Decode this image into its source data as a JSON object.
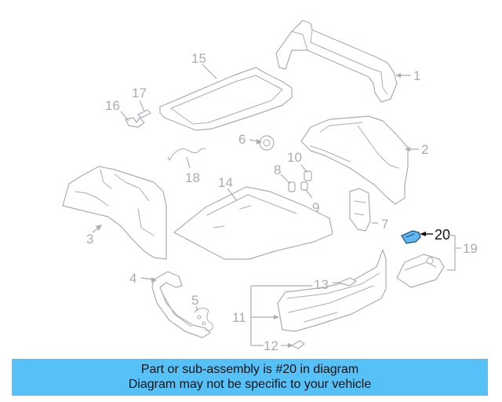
{
  "callouts": {
    "c1": "1",
    "c2": "2",
    "c3": "3",
    "c4": "4",
    "c5": "5",
    "c6": "6",
    "c7": "7",
    "c8": "8",
    "c9": "9",
    "c10": "10",
    "c11": "11",
    "c12": "12",
    "c13": "13",
    "c14": "14",
    "c15": "15",
    "c16": "16",
    "c17": "17",
    "c18": "18",
    "c19": "19",
    "c20": "20"
  },
  "highlighted_part": "20",
  "colors": {
    "line_art": "#a8adb4",
    "highlight_fill": "#5fb8ef",
    "banner_background": "#56c1f7",
    "label_highlight": "#111111"
  },
  "banner": {
    "line1": "Part or sub-assembly is #20 in diagram",
    "line2": "Diagram may not be specific to your vehicle"
  }
}
